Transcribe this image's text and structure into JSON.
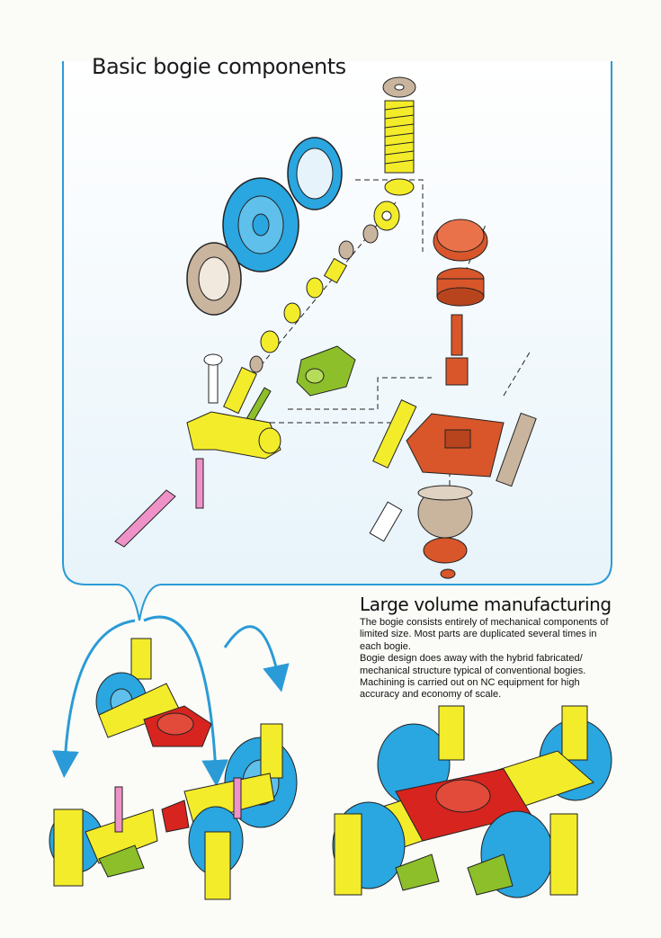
{
  "header": {
    "title": "Basic bogie components"
  },
  "section": {
    "heading": "Large volume manufacturing",
    "paragraphs": [
      "The bogie consists entirely of mechanical components of limited size. Most parts are duplicated several times in each bogie.",
      "Bogie design does away with the hybrid fabricated/ mechanical structure typical of conventional bogies. Machining is carried out on NC equipment for high accuracy and economy of scale."
    ]
  },
  "colors": {
    "frame": "#2a9bd6",
    "panel_bg": "#e9f5fb",
    "yellow": "#f3ec2a",
    "blue": "#2aa6e0",
    "red": "#d8562a",
    "green": "#8cbf2a",
    "pink": "#ef92c8",
    "tan": "#c9b49e"
  }
}
